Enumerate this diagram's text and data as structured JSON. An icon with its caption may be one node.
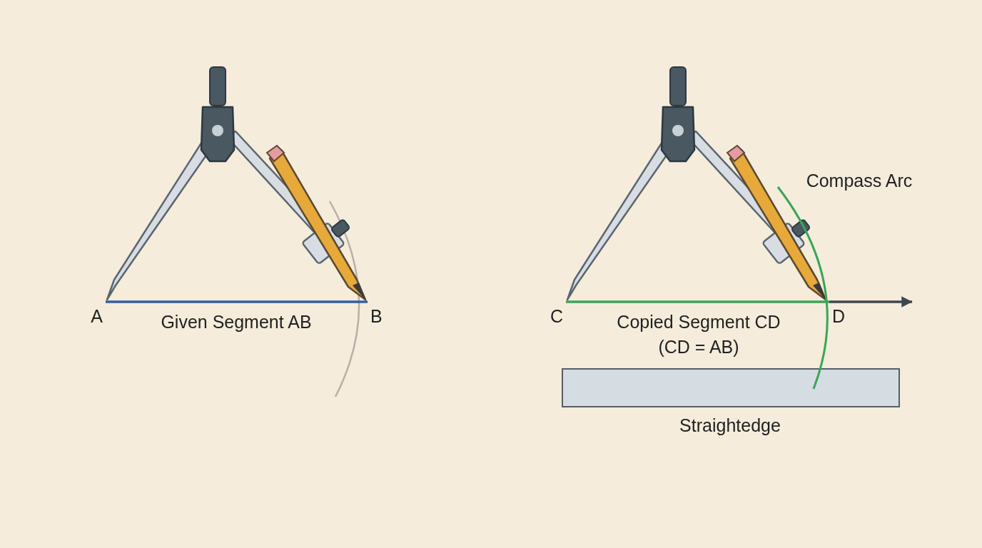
{
  "diagram": {
    "nodes": [
      {
        "text": [
          "A"
        ]
      },
      {
        "text": [
          "B"
        ]
      },
      {
        "text": [
          "C"
        ]
      },
      {
        "text": [
          "D"
        ]
      },
      {
        "text": [],
        "shape": "bar",
        "beside": [
          "Straightedge"
        ]
      }
    ],
    "edges": [
      {
        "from": 0,
        "to": 1,
        "arrow": "none",
        "color": "#2f5fa8"
      },
      {
        "from": 2,
        "to": 3,
        "arrow": "none",
        "color": "#3aa655"
      },
      {
        "from": 3,
        "to": null,
        "arrow": "to",
        "color": "#3d4650"
      }
    ],
    "labels": [
      "Given Segment AB",
      "Compass Arc",
      "Copied Segment CD",
      "(CD = AB)"
    ]
  }
}
